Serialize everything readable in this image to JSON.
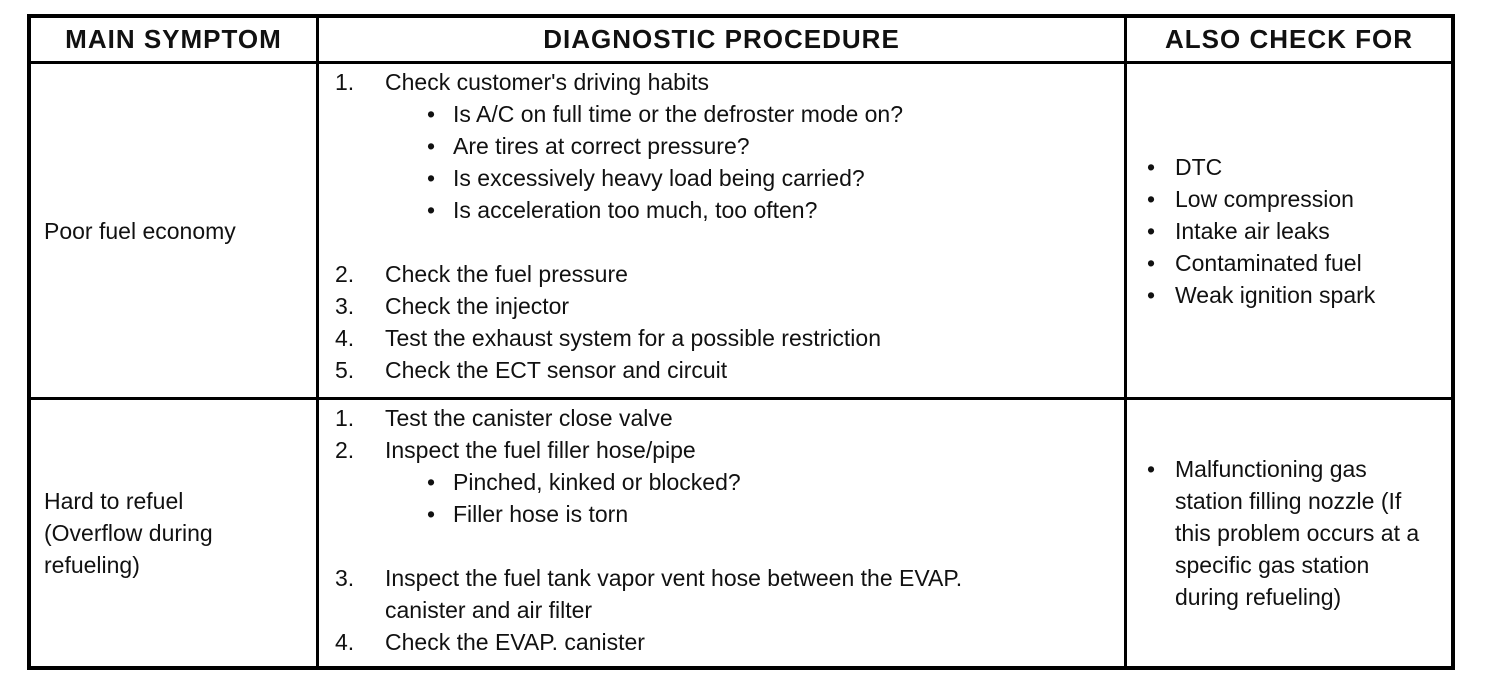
{
  "document": {
    "glyphs": {
      "bullet": "•"
    },
    "colors": {
      "ink": "#111111",
      "paper": "#ffffff",
      "border": "#000000"
    },
    "table": {
      "headers": {
        "symptom": "MAIN SYMPTOM",
        "procedure": "DIAGNOSTIC PROCEDURE",
        "also_check": "ALSO CHECK FOR"
      },
      "rows": [
        {
          "symptom": "Poor fuel economy",
          "procedure": [
            {
              "num": "1.",
              "text": "Check customer's driving habits",
              "bullets": [
                "Is A/C on full time or the defroster mode on?",
                "Are tires at correct pressure?",
                "Is excessively heavy load being carried?",
                "Is acceleration too much, too often?"
              ]
            },
            {
              "num": "2.",
              "text": "Check the fuel pressure"
            },
            {
              "num": "3.",
              "text": "Check the injector"
            },
            {
              "num": "4.",
              "text": "Test the exhaust system for a possible restriction"
            },
            {
              "num": "5.",
              "text": "Check the ECT sensor and circuit"
            }
          ],
          "also_check": [
            "DTC",
            "Low compression",
            "Intake air leaks",
            "Contaminated fuel",
            "Weak ignition spark"
          ]
        },
        {
          "symptom": "Hard to refuel (Overflow during refueling)",
          "procedure": [
            {
              "num": "1.",
              "text": "Test the canister close valve"
            },
            {
              "num": "2.",
              "text": "Inspect the fuel filler hose/pipe",
              "bullets": [
                "Pinched, kinked or blocked?",
                "Filler hose is torn"
              ]
            },
            {
              "num": "3.",
              "text": "Inspect the fuel tank vapor vent hose between the EVAP. canister and air filter"
            },
            {
              "num": "4.",
              "text": "Check the EVAP. canister"
            }
          ],
          "also_check": [
            "Malfunctioning gas station filling nozzle (If this problem occurs at a specific gas station during refueling)"
          ]
        }
      ]
    }
  }
}
